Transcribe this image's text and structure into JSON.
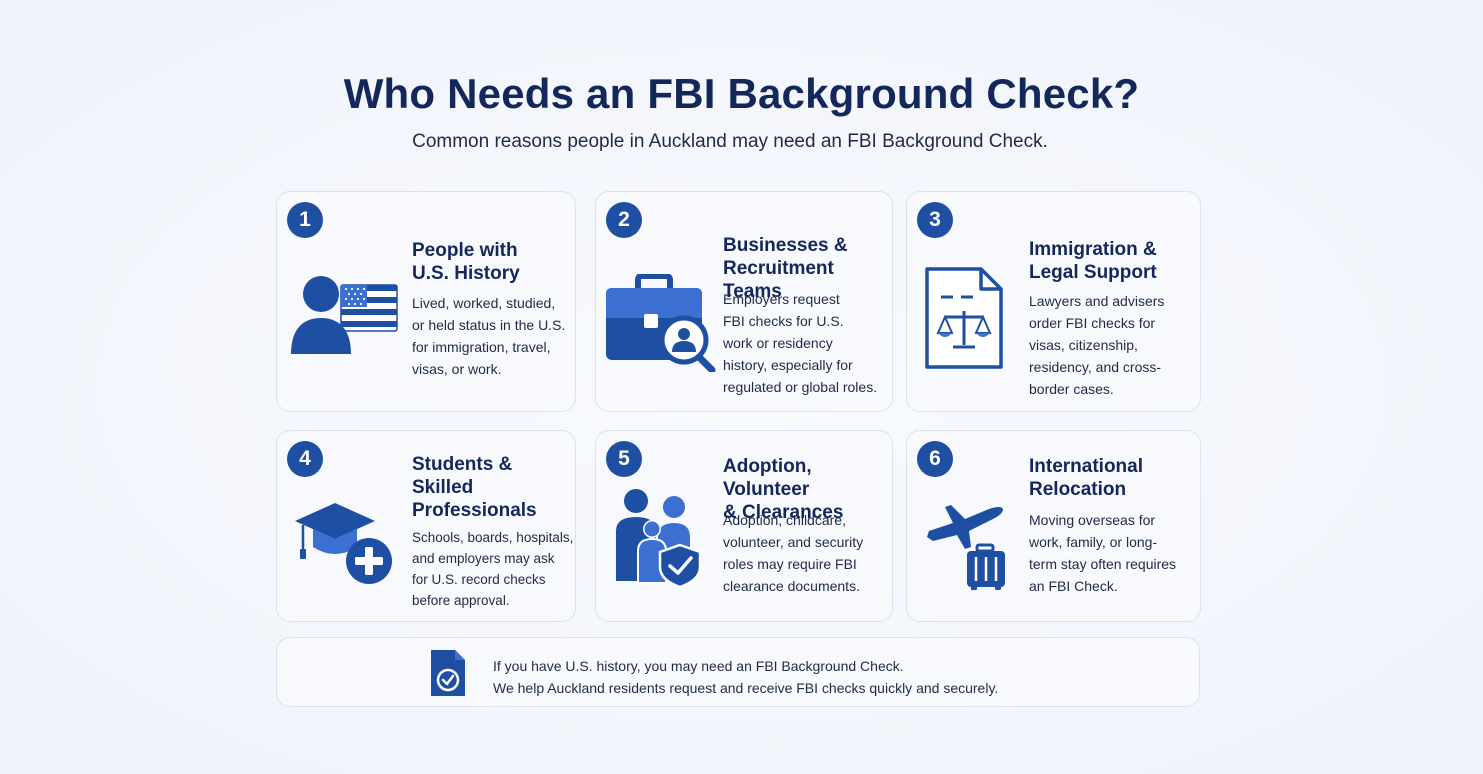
{
  "header": {
    "title": "Who Needs an FBI Background Check?",
    "subtitle": "Common reasons people in Auckland may need an FBI Background Check."
  },
  "colors": {
    "primary": "#1f4fa3",
    "accent": "#3b6fd1",
    "heading": "#13275a",
    "card_bg": "#f7f9fd",
    "card_border": "#d9e3f2"
  },
  "cards": [
    {
      "number": "1",
      "title": "People with\nU.S. History",
      "description": "Lived, worked, studied,\nor held status in the U.S.\nfor immigration, travel,\nvisas, or work.",
      "icon": "person-with-us-flag-icon"
    },
    {
      "number": "2",
      "title": "Businesses &\nRecruitment Teams",
      "description": "Employers request\nFBI checks for U.S.\nwork or residency\nhistory, especially for\nregulated or global roles.",
      "icon": "briefcase-magnifier-icon"
    },
    {
      "number": "3",
      "title": "Immigration &\nLegal Support",
      "description": "Lawyers and advisers\norder FBI checks for\nvisas, citizenship,\nresidency, and cross-\nborder cases.",
      "icon": "legal-document-scales-icon"
    },
    {
      "number": "4",
      "title": "Students &\nSkilled\nProfessionals",
      "description": "Schools, boards, hospitals,\nand employers may ask\nfor U.S. record checks\nbefore approval.",
      "icon": "graduation-cap-medical-icon"
    },
    {
      "number": "5",
      "title": "Adoption, Volunteer\n& Clearances",
      "description": "Adoption, childcare,\nvolunteer, and security\nroles may require FBI\nclearance documents.",
      "icon": "family-shield-icon"
    },
    {
      "number": "6",
      "title": "International\nRelocation",
      "description": "Moving overseas for\nwork, family, or long-\nterm stay often requires\nan FBI Check.",
      "icon": "airplane-suitcase-icon"
    }
  ],
  "footer": {
    "line1": "If you have U.S. history, you may need an FBI Background Check.",
    "line2": "We help Auckland residents request and receive FBI checks quickly and securely.",
    "icon": "document-check-icon"
  }
}
